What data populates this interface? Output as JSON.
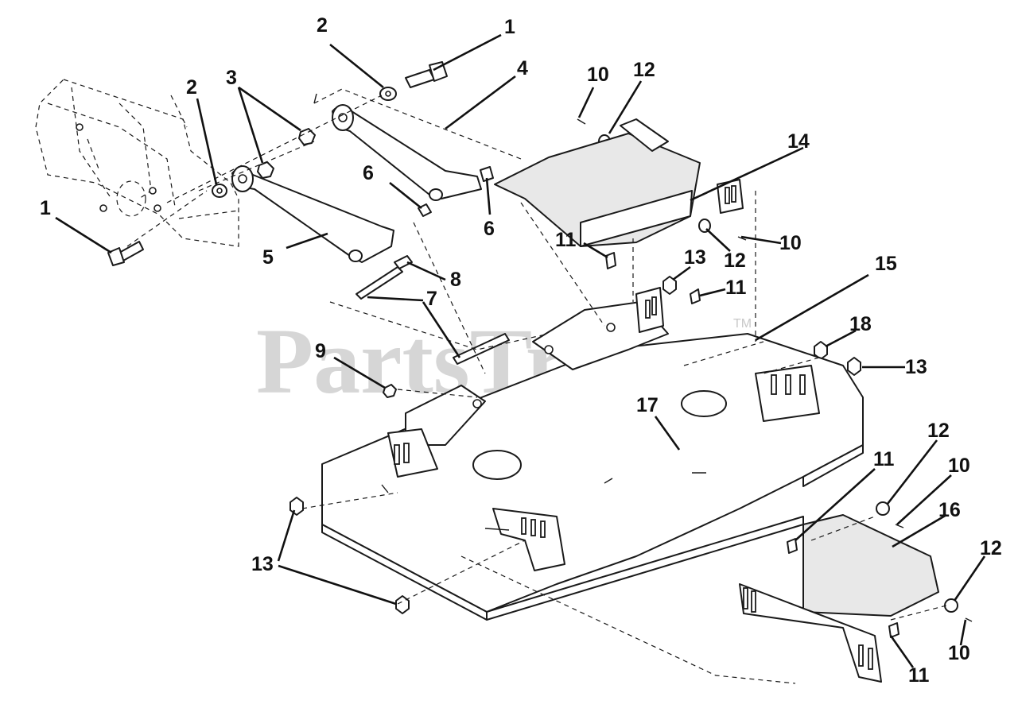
{
  "watermark": {
    "text": "PartsTree",
    "trademark": "TM"
  },
  "callouts": [
    {
      "id": "c1a",
      "label": "1"
    },
    {
      "id": "c2a",
      "label": "2"
    },
    {
      "id": "c2b",
      "label": "2"
    },
    {
      "id": "c3",
      "label": "3"
    },
    {
      "id": "c4",
      "label": "4"
    },
    {
      "id": "c1b",
      "label": "1"
    },
    {
      "id": "c5",
      "label": "5"
    },
    {
      "id": "c6a",
      "label": "6"
    },
    {
      "id": "c6b",
      "label": "6"
    },
    {
      "id": "c7",
      "label": "7"
    },
    {
      "id": "c8",
      "label": "8"
    },
    {
      "id": "c9",
      "label": "9"
    },
    {
      "id": "c10a",
      "label": "10"
    },
    {
      "id": "c12a",
      "label": "12"
    },
    {
      "id": "c14",
      "label": "14"
    },
    {
      "id": "c10b",
      "label": "10"
    },
    {
      "id": "c12b",
      "label": "12"
    },
    {
      "id": "c11a",
      "label": "11"
    },
    {
      "id": "c13a",
      "label": "13"
    },
    {
      "id": "c11b",
      "label": "11"
    },
    {
      "id": "c15",
      "label": "15"
    },
    {
      "id": "c18",
      "label": "18"
    },
    {
      "id": "c13b",
      "label": "13"
    },
    {
      "id": "c17",
      "label": "17"
    },
    {
      "id": "c12c",
      "label": "12"
    },
    {
      "id": "c11c",
      "label": "11"
    },
    {
      "id": "c10c",
      "label": "10"
    },
    {
      "id": "c16",
      "label": "16"
    },
    {
      "id": "c13c",
      "label": "13"
    },
    {
      "id": "c12d",
      "label": "12"
    },
    {
      "id": "c10d",
      "label": "10"
    },
    {
      "id": "c11d",
      "label": "11"
    }
  ]
}
